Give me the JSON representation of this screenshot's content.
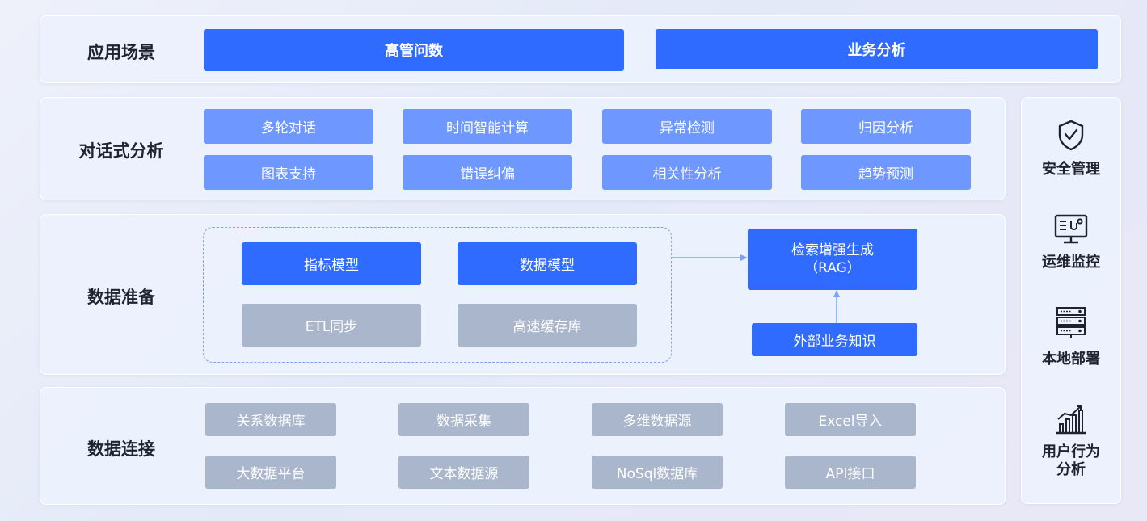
{
  "rows": {
    "scenarios": {
      "label": "应用场景",
      "items": [
        "高管问数",
        "业务分析"
      ]
    },
    "dialogue": {
      "label": "对话式分析",
      "items": [
        "多轮对话",
        "时间智能计算",
        "异常检测",
        "归因分析",
        "图表支持",
        "错误纠偏",
        "相关性分析",
        "趋势预测"
      ]
    },
    "prep": {
      "label": "数据准备",
      "models": [
        "指标模型",
        "数据模型"
      ],
      "infra": [
        "ETL同步",
        "高速缓存库"
      ],
      "rag_line1": "检索增强生成",
      "rag_line2": "（RAG）",
      "external": "外部业务知识"
    },
    "connect": {
      "label": "数据连接",
      "items": [
        "关系数据库",
        "数据采集",
        "多维数据源",
        "Excel导入",
        "大数据平台",
        "文本数据源",
        "NoSql数据库",
        "API接口"
      ]
    }
  },
  "side": {
    "items": [
      {
        "label": "安全管理",
        "icon": "shield-check-icon"
      },
      {
        "label": "运维监控",
        "icon": "monitor-stethoscope-icon"
      },
      {
        "label": "本地部署",
        "icon": "server-rack-icon"
      },
      {
        "label_line1": "用户行为",
        "label_line2": "分析",
        "icon": "bar-chart-trend-icon"
      }
    ]
  },
  "colors": {
    "primary": "#2f6bff",
    "light_blue": "#6e98ff",
    "gray": "#a9b6cb",
    "panel": "#ecf1fd",
    "text": "#1f232e"
  }
}
